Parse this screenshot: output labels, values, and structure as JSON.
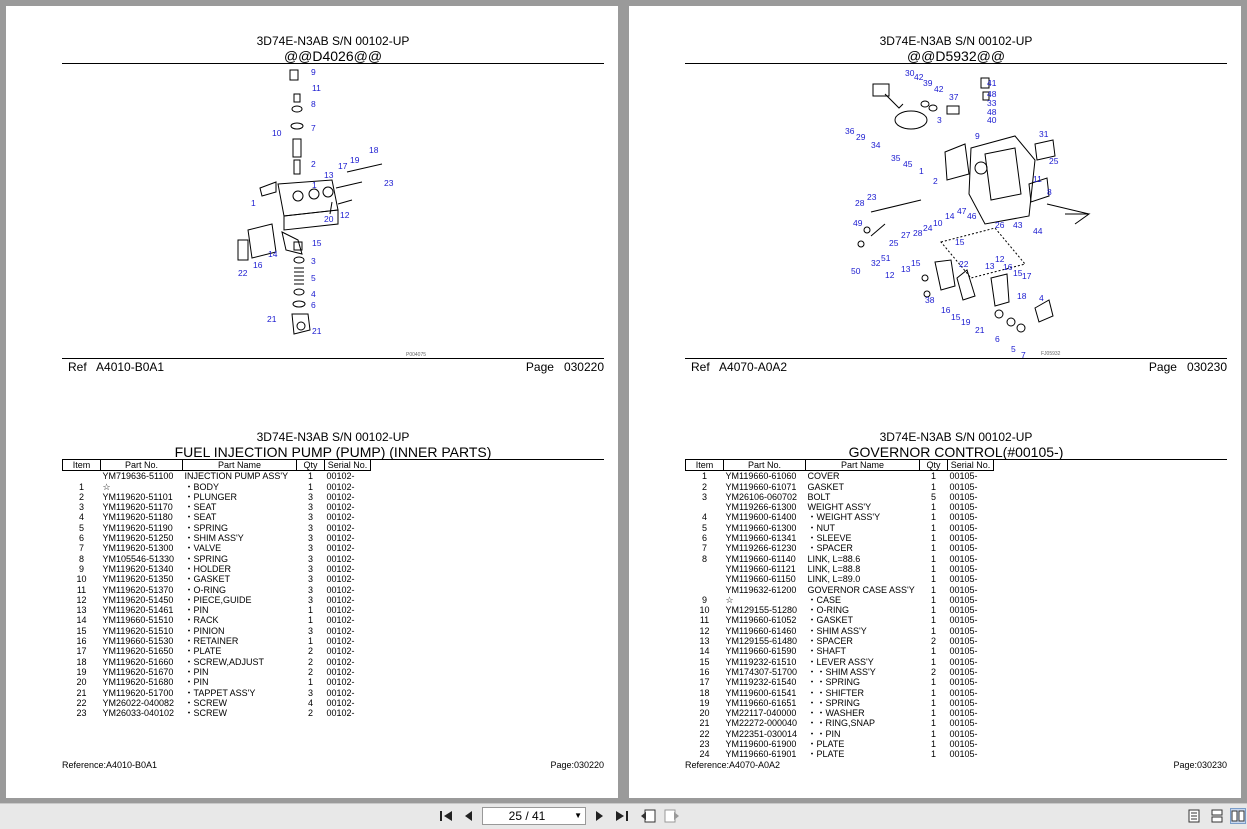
{
  "pages": [
    {
      "model": "3D74E-N3AB S/N 00102-UP",
      "code": "@@D4026@@",
      "ref_label": "Ref",
      "ref_value": "A4010-B0A1",
      "page_label": "Page",
      "page_value": "030220",
      "diagram_caption": "P004075",
      "callouts": [
        "9",
        "11",
        "8",
        "10",
        "7",
        "2",
        "17",
        "19",
        "18",
        "13",
        "1",
        "23",
        "1",
        "12",
        "20",
        "15",
        "14",
        "3",
        "22",
        "16",
        "5",
        "4",
        "6",
        "21",
        "21"
      ],
      "section_model": "3D74E-N3AB S/N 00102-UP",
      "section_title": "FUEL INJECTION PUMP (PUMP) (INNER PARTS)",
      "columns": [
        "Item",
        "Part No.",
        "Part Name",
        "Qty",
        "Serial No."
      ],
      "rows": [
        [
          "",
          "YM719636-51100",
          "INJECTION PUMP ASS'Y",
          "1",
          "00102-"
        ],
        [
          "1",
          "☆",
          "・BODY",
          "1",
          "00102-"
        ],
        [
          "2",
          "YM119620-51101",
          "・PLUNGER",
          "3",
          "00102-"
        ],
        [
          "3",
          "YM119620-51170",
          "・SEAT",
          "3",
          "00102-"
        ],
        [
          "4",
          "YM119620-51180",
          "・SEAT",
          "3",
          "00102-"
        ],
        [
          "5",
          "YM119620-51190",
          "・SPRING",
          "3",
          "00102-"
        ],
        [
          "6",
          "YM119620-51250",
          "・SHIM ASS'Y",
          "3",
          "00102-"
        ],
        [
          "7",
          "YM119620-51300",
          "・VALVE",
          "3",
          "00102-"
        ],
        [
          "8",
          "YM105546-51330",
          "・SPRING",
          "3",
          "00102-"
        ],
        [
          "9",
          "YM119620-51340",
          "・HOLDER",
          "3",
          "00102-"
        ],
        [
          "10",
          "YM119620-51350",
          "・GASKET",
          "3",
          "00102-"
        ],
        [
          "11",
          "YM119620-51370",
          "・O-RING",
          "3",
          "00102-"
        ],
        [
          "12",
          "YM119620-51450",
          "・PIECE,GUIDE",
          "3",
          "00102-"
        ],
        [
          "13",
          "YM119620-51461",
          "・PIN",
          "1",
          "00102-"
        ],
        [
          "14",
          "YM119660-51510",
          "・RACK",
          "1",
          "00102-"
        ],
        [
          "15",
          "YM119620-51510",
          "・PINION",
          "3",
          "00102-"
        ],
        [
          "16",
          "YM119660-51530",
          "・RETAINER",
          "1",
          "00102-"
        ],
        [
          "17",
          "YM119620-51650",
          "・PLATE",
          "2",
          "00102-"
        ],
        [
          "18",
          "YM119620-51660",
          "・SCREW,ADJUST",
          "2",
          "00102-"
        ],
        [
          "19",
          "YM119620-51670",
          "・PIN",
          "2",
          "00102-"
        ],
        [
          "20",
          "YM119620-51680",
          "・PIN",
          "1",
          "00102-"
        ],
        [
          "21",
          "YM119620-51700",
          "・TAPPET ASS'Y",
          "3",
          "00102-"
        ],
        [
          "22",
          "YM26022-040082",
          "・SCREW",
          "4",
          "00102-"
        ],
        [
          "23",
          "YM26033-040102",
          "・SCREW",
          "2",
          "00102-"
        ]
      ],
      "foot_ref": "Reference:A4010-B0A1",
      "foot_page": "Page:030220"
    },
    {
      "model": "3D74E-N3AB S/N 00102-UP",
      "code": "@@D5932@@",
      "ref_label": "Ref",
      "ref_value": "A4070-A0A2",
      "page_label": "Page",
      "page_value": "030230",
      "diagram_caption": "FJ05932",
      "callouts": [
        "30",
        "42",
        "39",
        "42",
        "37",
        "41",
        "48",
        "33",
        "48",
        "40",
        "36",
        "29",
        "34",
        "3",
        "9",
        "31",
        "25",
        "35",
        "45",
        "1",
        "2",
        "11",
        "8",
        "28",
        "23",
        "49",
        "27",
        "28",
        "24",
        "10",
        "14",
        "47",
        "46",
        "26",
        "43",
        "44",
        "25",
        "51",
        "32",
        "50",
        "15",
        "22",
        "12",
        "13",
        "16",
        "15",
        "17",
        "13",
        "15",
        "12",
        "18",
        "38",
        "4",
        "16",
        "15",
        "19",
        "21",
        "6",
        "5",
        "7",
        "4"
      ],
      "section_model": "3D74E-N3AB S/N 00102-UP",
      "section_title": "GOVERNOR CONTROL(#00105-)",
      "columns": [
        "Item",
        "Part No.",
        "Part Name",
        "Qty",
        "Serial No."
      ],
      "rows": [
        [
          "1",
          "YM119660-61060",
          "COVER",
          "1",
          "00105-"
        ],
        [
          "2",
          "YM119660-61071",
          "GASKET",
          "1",
          "00105-"
        ],
        [
          "3",
          "YM26106-060702",
          "BOLT",
          "5",
          "00105-"
        ],
        [
          "",
          "YM119266-61300",
          "WEIGHT ASS'Y",
          "1",
          "00105-"
        ],
        [
          "4",
          "YM119600-61400",
          "・WEIGHT ASS'Y",
          "1",
          "00105-"
        ],
        [
          "5",
          "YM119660-61300",
          "・NUT",
          "1",
          "00105-"
        ],
        [
          "6",
          "YM119660-61341",
          "・SLEEVE",
          "1",
          "00105-"
        ],
        [
          "7",
          "YM119266-61230",
          "・SPACER",
          "1",
          "00105-"
        ],
        [
          "8",
          "YM119660-61140",
          "LINK, L=88.6",
          "1",
          "00105-"
        ],
        [
          "",
          "YM119660-61121",
          "LINK, L=88.8",
          "1",
          "00105-"
        ],
        [
          "",
          "YM119660-61150",
          "LINK, L=89.0",
          "1",
          "00105-"
        ],
        [
          "",
          "YM119632-61200",
          "GOVERNOR CASE ASS'Y",
          "1",
          "00105-"
        ],
        [
          "9",
          "☆",
          "・CASE",
          "1",
          "00105-"
        ],
        [
          "10",
          "YM129155-51280",
          "・O-RING",
          "1",
          "00105-"
        ],
        [
          "11",
          "YM119660-61052",
          "・GASKET",
          "1",
          "00105-"
        ],
        [
          "12",
          "YM119660-61460",
          "・SHIM ASS'Y",
          "1",
          "00105-"
        ],
        [
          "13",
          "YM129155-61480",
          "・SPACER",
          "2",
          "00105-"
        ],
        [
          "14",
          "YM119660-61590",
          "・SHAFT",
          "1",
          "00105-"
        ],
        [
          "15",
          "YM119232-61510",
          "・LEVER ASS'Y",
          "1",
          "00105-"
        ],
        [
          "16",
          "YM174307-51700",
          "・・SHIM ASS'Y",
          "2",
          "00105-"
        ],
        [
          "17",
          "YM119232-61540",
          "・・SPRING",
          "1",
          "00105-"
        ],
        [
          "18",
          "YM119600-61541",
          "・・SHIFTER",
          "1",
          "00105-"
        ],
        [
          "19",
          "YM119660-61651",
          "・・SPRING",
          "1",
          "00105-"
        ],
        [
          "20",
          "YM22117-040000",
          "・・WASHER",
          "1",
          "00105-"
        ],
        [
          "21",
          "YM22272-000040",
          "・・RING,SNAP",
          "1",
          "00105-"
        ],
        [
          "22",
          "YM22351-030014",
          "・・PIN",
          "1",
          "00105-"
        ],
        [
          "23",
          "YM119600-61900",
          "・PLATE",
          "1",
          "00105-"
        ],
        [
          "24",
          "YM119660-61901",
          "・PLATE",
          "1",
          "00105-"
        ]
      ],
      "foot_ref": "Reference:A4070-A0A2",
      "foot_page": "Page:030230"
    }
  ],
  "toolbar": {
    "page_indicator": "25 / 41",
    "icons": [
      "first-page-icon",
      "prev-page-icon",
      "next-page-icon",
      "last-page-icon",
      "previous-view-icon",
      "next-view-icon",
      "single-page-view-icon",
      "continuous-view-icon",
      "facing-view-icon"
    ]
  },
  "colors": {
    "callout": "#1a1ad0",
    "background": "#9a9a9a",
    "toolbar": "#e8e8e8"
  }
}
